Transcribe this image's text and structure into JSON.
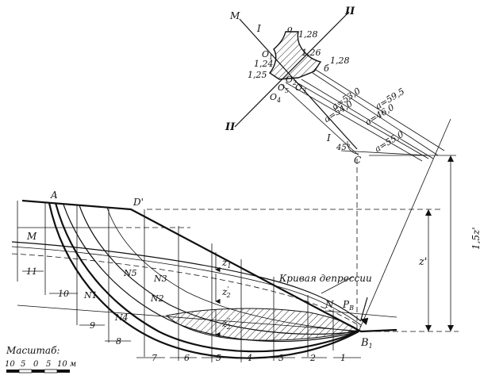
{
  "labels": {
    "A": "A",
    "D_prime": "D'",
    "M_left": "M",
    "N": "N",
    "N1": "N1",
    "N2": "N2",
    "N3": "N3",
    "N4": "N4",
    "N5": "N5",
    "B1": "B",
    "B1_sub": "1",
    "P": "P",
    "P_sub": "B",
    "C": "C",
    "angle": "45°",
    "I_top": "I",
    "I_bottom": "I",
    "II_top": "II",
    "II_bottom": "II",
    "M_top": "M",
    "depression_curve": "Кривая депрессии",
    "z1": "z",
    "z1_sub": "1",
    "z2p": "z",
    "z2p_sub": "2",
    "z2p_sup": "'",
    "z2pp": "z",
    "z2pp_sub": "2",
    "z2pp_sup": "''",
    "z_prime": "z'",
    "z_15": "1,5z'"
  },
  "polygon_points": {
    "O1": "O",
    "O1_sub": "1",
    "O2": "O",
    "O2_sub": "2",
    "O3": "O",
    "O3_sub": "3",
    "O4": "O",
    "O4_sub": "4",
    "O5": "O",
    "O5_sub": "5",
    "o": "o",
    "b": "б",
    "v128a": "1,28",
    "v126": "1,26",
    "v128b": "1,28",
    "v124": "1,24",
    "v125": "1,25"
  },
  "force_lines": {
    "a1": "a=59,5",
    "a2": "a=53,0",
    "a3": "a=46,0",
    "a4": "a=54,0",
    "a5": "a=55,0"
  },
  "strips": [
    "1",
    "2",
    "3",
    "4",
    "5",
    "6",
    "7",
    "8",
    "9",
    "10",
    "11"
  ],
  "scale": {
    "title": "Масштаб:",
    "ticks": [
      "10",
      "5",
      "0",
      "5",
      "10 м"
    ]
  }
}
